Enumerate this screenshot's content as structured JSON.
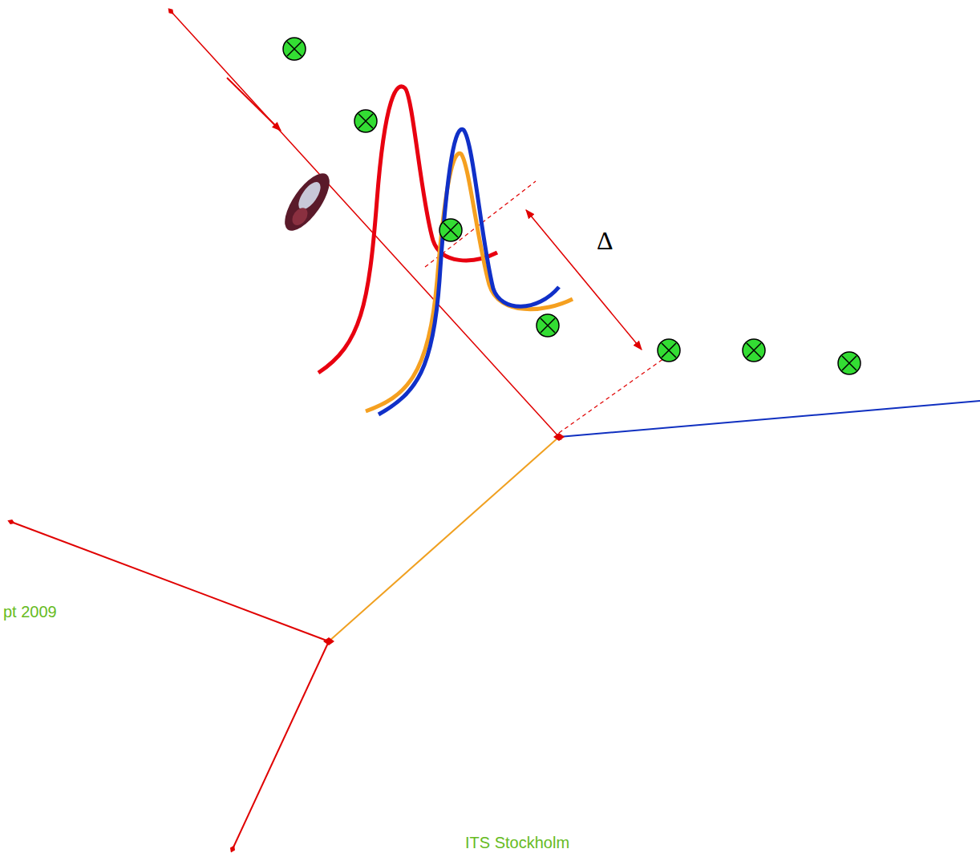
{
  "diagram": {
    "labels": [
      "Δ",
      "pt 2009",
      "ITS Stockholm"
    ]
  }
}
